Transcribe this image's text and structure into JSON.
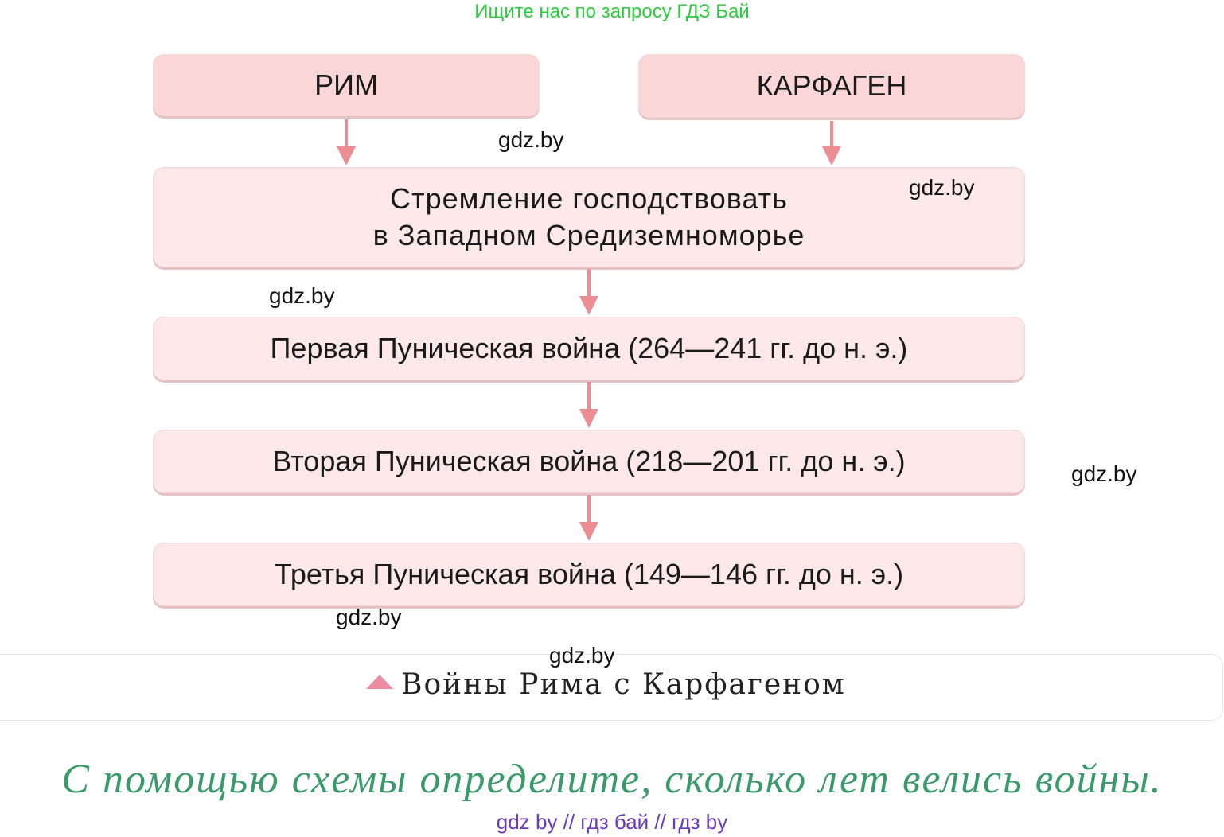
{
  "banner": "Ищите нас по запросу ГДЗ Бай",
  "headers": {
    "left": "РИМ",
    "right": "КАРФАГЕН"
  },
  "aim": {
    "line1": "Стремление господствовать",
    "line2": "в Западном Средиземноморье"
  },
  "wars": [
    "Первая Пуническая война (264—241 гг. до н. э.)",
    "Вторая Пуническая война (218—201 гг. до н. э.)",
    "Третья Пуническая война (149—146 гг. до н. э.)"
  ],
  "watermarks": [
    "gdz.by",
    "gdz.by",
    "gdz.by",
    "gdz.by",
    "gdz.by",
    "gdz.by"
  ],
  "caption": "Войны Рима с Карфагеном",
  "task": "С помощью схемы определите, сколько лет велись войны.",
  "footer": "gdz by  //  гдз бай  //  гдз by",
  "colors": {
    "box": "#fce8e8",
    "arrow": "#ec8c93",
    "task": "#3a9a6a",
    "footer": "#6a3bb8",
    "banner": "#2ecc40"
  }
}
